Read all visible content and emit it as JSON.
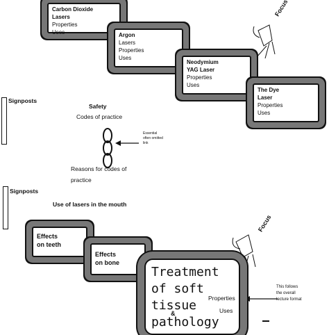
{
  "top_cards": [
    {
      "title": [
        "Carbon Dioxide",
        "Lasers"
      ],
      "items": [
        "Properties",
        "Uses"
      ]
    },
    {
      "title": [
        "Argon"
      ],
      "items": [
        "Lasers",
        "Properties",
        "Uses"
      ]
    },
    {
      "title": [
        "Neodymium",
        "YAG Laser"
      ],
      "items": [
        "Properties",
        "Uses"
      ]
    },
    {
      "title": [
        "The Dye",
        "Laser"
      ],
      "items": [
        "Properties",
        "Uses"
      ]
    }
  ],
  "focus_top": "Focus",
  "focus_bottom": "Focus",
  "signpost_1": "Signposts",
  "signpost_2": "Signposts",
  "safety": {
    "title": "Safety",
    "codes": "Codes of practice",
    "reasons_1": "Reasons for codes of",
    "reasons_2": "practice",
    "note": [
      "Essential",
      "often omitted",
      "link"
    ]
  },
  "use_in_mouth": "Use of lasers in the mouth",
  "bottom_cards": [
    {
      "lines": [
        "Effects",
        "on teeth"
      ]
    },
    {
      "lines": [
        "Effects",
        "on bone"
      ]
    }
  ],
  "treatment": {
    "lines": [
      "Treatment",
      "of soft",
      "tissue",
      "pathology"
    ],
    "amp": "&",
    "items": [
      "Properties",
      "Uses"
    ]
  },
  "format_note": [
    "This follows",
    "the overall",
    "lecture format"
  ]
}
